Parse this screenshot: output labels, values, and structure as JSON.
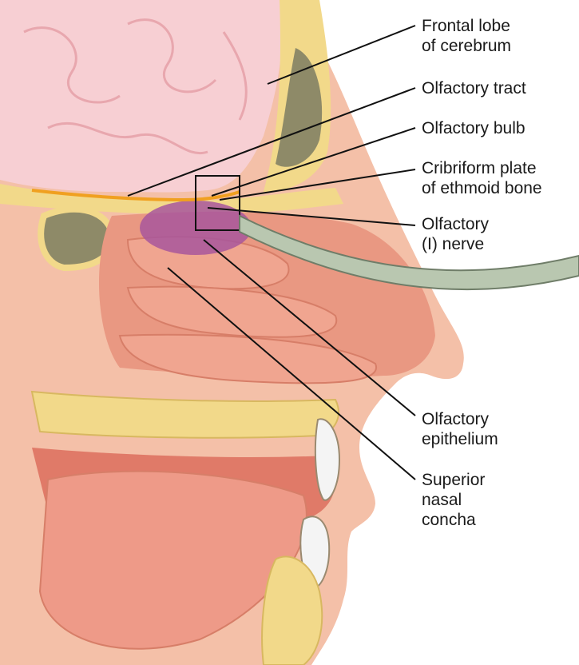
{
  "labels": {
    "frontal_lobe": {
      "line1": "Frontal lobe",
      "line2": "of cerebrum"
    },
    "olfactory_tract": {
      "line1": "Olfactory tract"
    },
    "olfactory_bulb": {
      "line1": "Olfactory bulb"
    },
    "cribriform_plate": {
      "line1": "Cribriform plate",
      "line2": "of ethmoid bone"
    },
    "olfactory_nerve": {
      "line1": "Olfactory",
      "line2": "(I) nerve"
    },
    "olfactory_epithelium": {
      "line1": "Olfactory",
      "line2": "epithelium"
    },
    "superior_concha": {
      "line1": "Superior",
      "line2": "nasal",
      "line3": "concha"
    }
  },
  "colors": {
    "skin": "#f2b9a0",
    "tissue": "#e8907a",
    "deep_tissue": "#d9705f",
    "brain": "#f6cbd0",
    "bone": "#f2d98a",
    "sinus": "#8e8a68",
    "nerve": "#f0a020",
    "epithelium": "#a8569c",
    "leader": "#111111"
  }
}
